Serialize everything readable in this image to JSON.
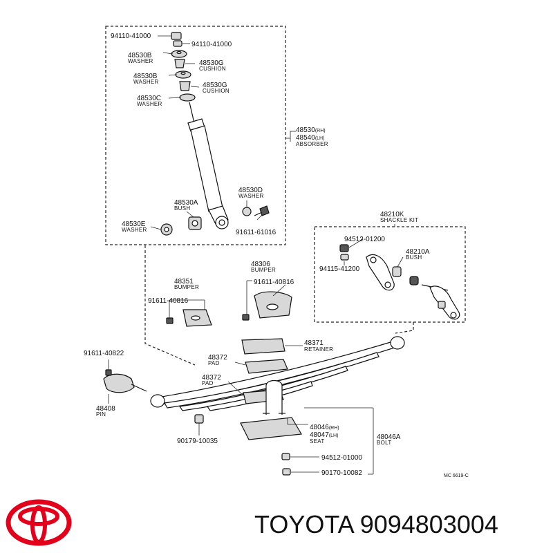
{
  "parts": {
    "p94110_a": "94110-41000",
    "p94110_b": "94110-41000",
    "p48530B_a": "48530B",
    "p48530B_a_sub": "WASHER",
    "p48530G_a": "48530G",
    "p48530G_a_sub": "CUSHION",
    "p48530B_b": "48530B",
    "p48530B_b_sub": "WASHER",
    "p48530G_b": "48530G",
    "p48530G_b_sub": "CUSHION",
    "p48530C": "48530C",
    "p48530C_sub": "WASHER",
    "p48530": "48530",
    "p48530_sfx": "(RH)",
    "p48540": "48540",
    "p48540_sfx": "(LH)",
    "absorber": "ABSORBER",
    "p48530D": "48530D",
    "p48530D_sub": "WASHER",
    "p48530A": "48530A",
    "p48530A_sub": "BUSH",
    "p48530E": "48530E",
    "p48530E_sub": "WASHER",
    "p91611_61016": "91611-61016",
    "p48210K": "48210K",
    "p48210K_sub": "SHACKLE KIT",
    "p94512_01200": "94512-01200",
    "p48210A": "48210A",
    "p48210A_sub": "BUSH",
    "p94115_41200": "94115-41200",
    "p48351": "48351",
    "p48351_sub": "BUMPER",
    "p91611_40816_a": "91611-40816",
    "p48306": "48306",
    "p48306_sub": "BUMPER",
    "p91611_40816_b": "91611-40816",
    "p48371": "48371",
    "p48371_sub": "RETAINER",
    "p48372_a": "48372",
    "p48372_a_sub": "PAD",
    "p48372_b": "48372",
    "p48372_b_sub": "PAD",
    "p91611_40822": "91611-40822",
    "p48408": "48408",
    "p48408_sub": "PIN",
    "p90179_10035": "90179-10035",
    "p48046": "48046",
    "p48046_sfx": "(RH)",
    "p48047": "48047",
    "p48047_sfx": "(LH)",
    "seat": "SEAT",
    "p48046A": "48046A",
    "p48046A_sub": "BOLT",
    "p94512_01000": "94512-01000",
    "p90170_10082": "90170-10082",
    "code": "MC 6619-C"
  },
  "brand": "TOYOTA 9094803004",
  "colors": {
    "logo_red": "#e3001b",
    "ink": "#111111"
  }
}
